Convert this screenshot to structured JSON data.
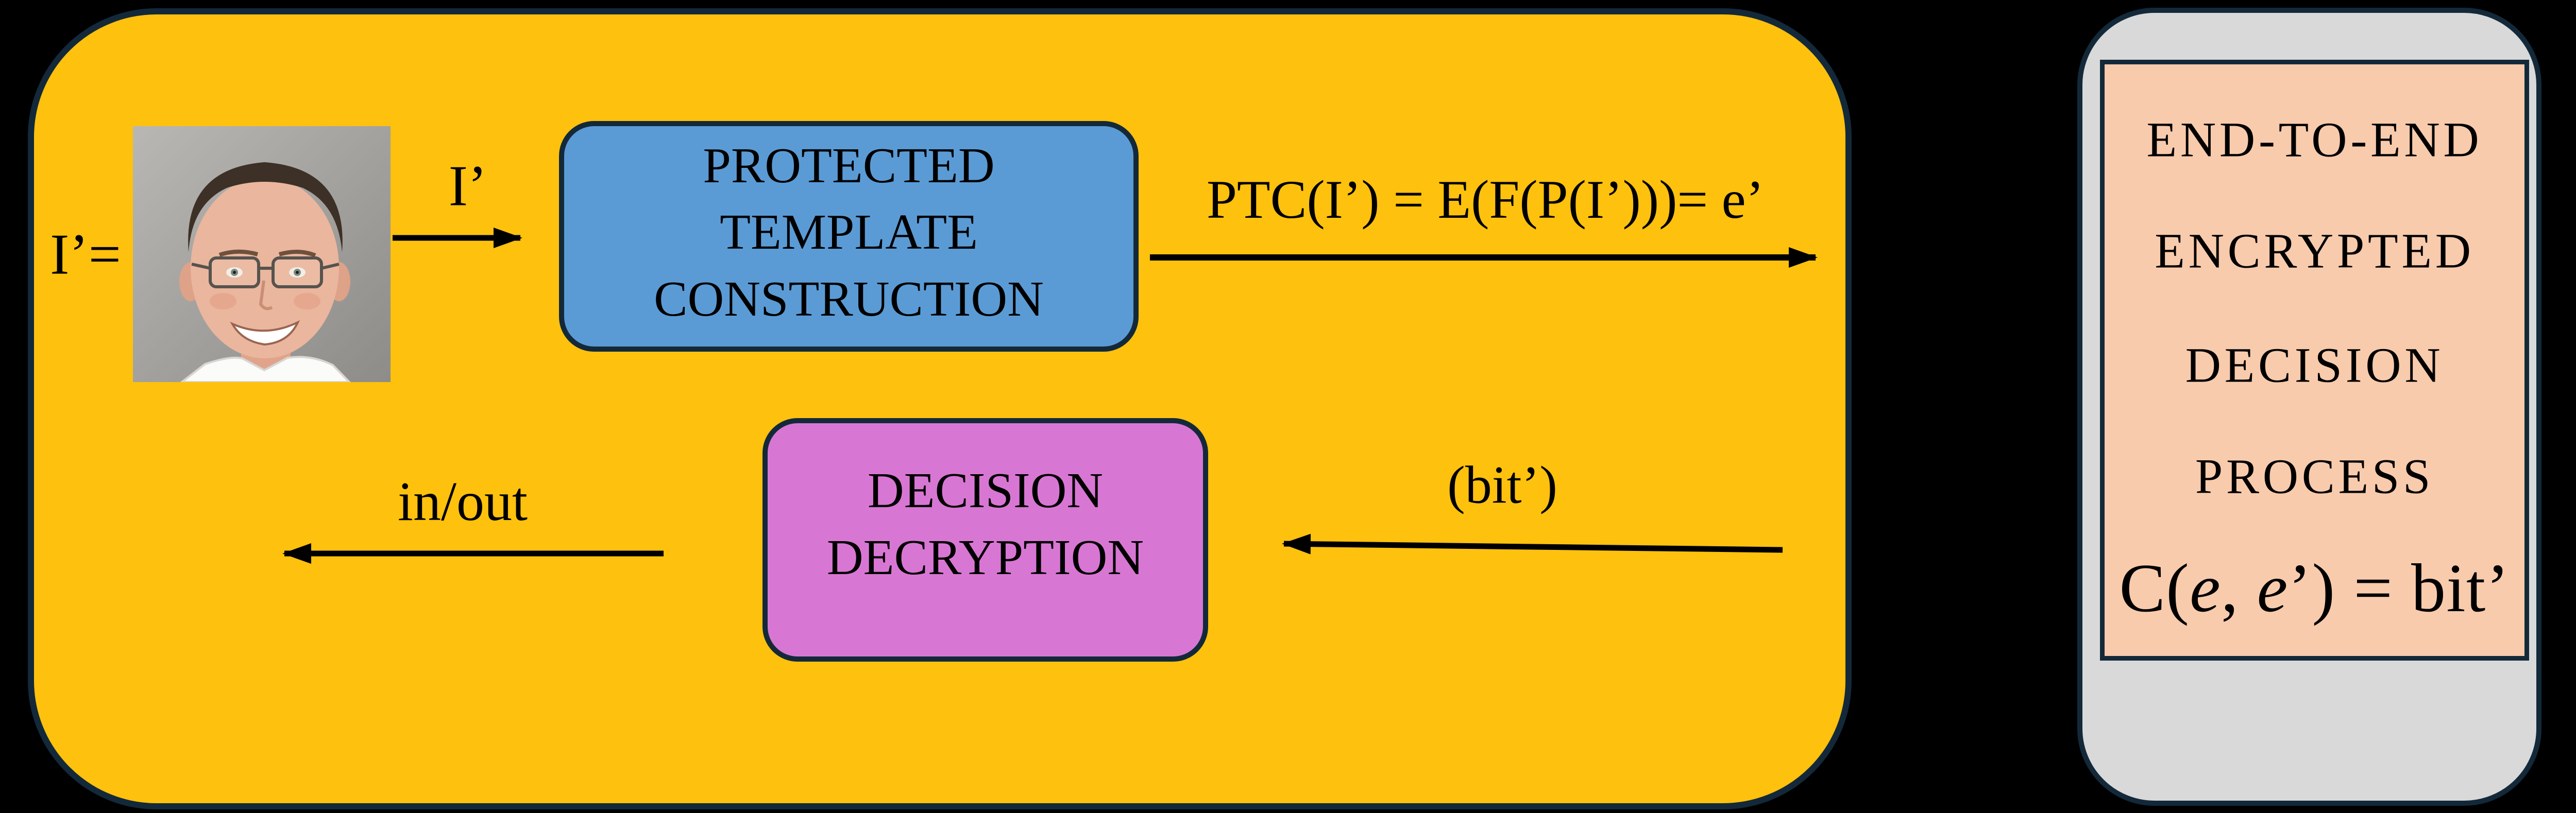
{
  "scene": {
    "background": "#000000",
    "outline_color": "#13293A",
    "arrow_color": "#000000"
  },
  "client_device": {
    "fill": "#FEC10D",
    "probe_image_icon": "face-photo",
    "probe_label": "I’=",
    "probe_arrow_label": "I’",
    "ptc_box": {
      "fill": "#5B9BD5",
      "lines": [
        "PROTECTED",
        "TEMPLATE",
        "CONSTRUCTION"
      ]
    },
    "ptc_formula": "PTC(I’) = E(F(P(I’)))= e’",
    "bit_label": "(bit’)",
    "decision_box": {
      "fill": "#D877D3",
      "lines": [
        "DECISION",
        "DECRYPTION"
      ]
    },
    "inout_label": "in/out"
  },
  "server_device": {
    "fill": "#D9D9D9",
    "screen_fill": "#F8CBAD",
    "lines": [
      "END-TO-END",
      "ENCRYPTED",
      "DECISION",
      "PROCESS"
    ],
    "formula_segments": [
      {
        "text": "C(",
        "italic": false
      },
      {
        "text": "e",
        "italic": true
      },
      {
        "text": ", ",
        "italic": false
      },
      {
        "text": "e",
        "italic": true
      },
      {
        "text": "’) = bit’",
        "italic": false
      }
    ]
  }
}
